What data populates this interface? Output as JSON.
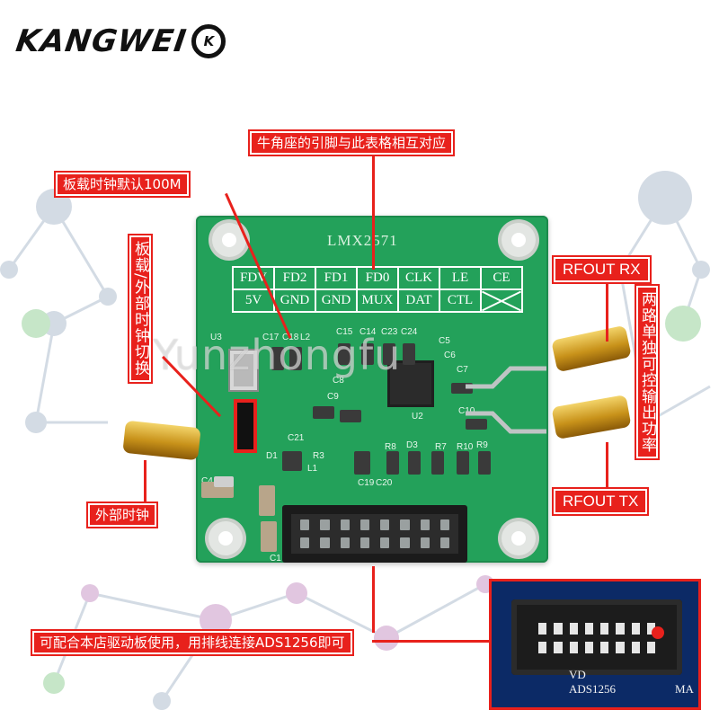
{
  "brand": {
    "text": "KANGWEI",
    "logo_text": "K"
  },
  "callouts": {
    "top": "牛角座的引脚与此表格相互对应",
    "clock_default": "板载时钟默认100M",
    "clock_switch": "板载/外部时钟切换",
    "external_clock": "外部时钟",
    "rfout_rx": "RFOUT RX",
    "rfout_tx": "RFOUT TX",
    "rfout_desc": "两路单独可控输出功率",
    "bottom": "可配合本店驱动板使用，用排线连接ADS1256即可"
  },
  "board": {
    "chip_name": "LMX2571",
    "pin_table": [
      [
        "FDV",
        "FD2",
        "FD1",
        "FD0",
        "CLK",
        "LE",
        "CE"
      ],
      [
        "5V",
        "GND",
        "GND",
        "MUX",
        "DAT",
        "CTL",
        ""
      ]
    ],
    "silk_labels": [
      "U3",
      "C17",
      "C18",
      "L2",
      "C15",
      "C14",
      "C23",
      "C24",
      "C5",
      "C6",
      "C7",
      "C8",
      "C9",
      "C10",
      "U2",
      "R8",
      "D3",
      "R7",
      "R10",
      "R9",
      "C19",
      "C20",
      "C21",
      "C4",
      "L1",
      "R3",
      "D1",
      "C1"
    ]
  },
  "inset": {
    "silk_top": "VD",
    "silk_label": "ADS1256",
    "silk_right": "MA"
  },
  "watermark": "Yunzhongfu",
  "colors": {
    "accent_red": "#e8211c",
    "board_green": "#23a15a"
  }
}
